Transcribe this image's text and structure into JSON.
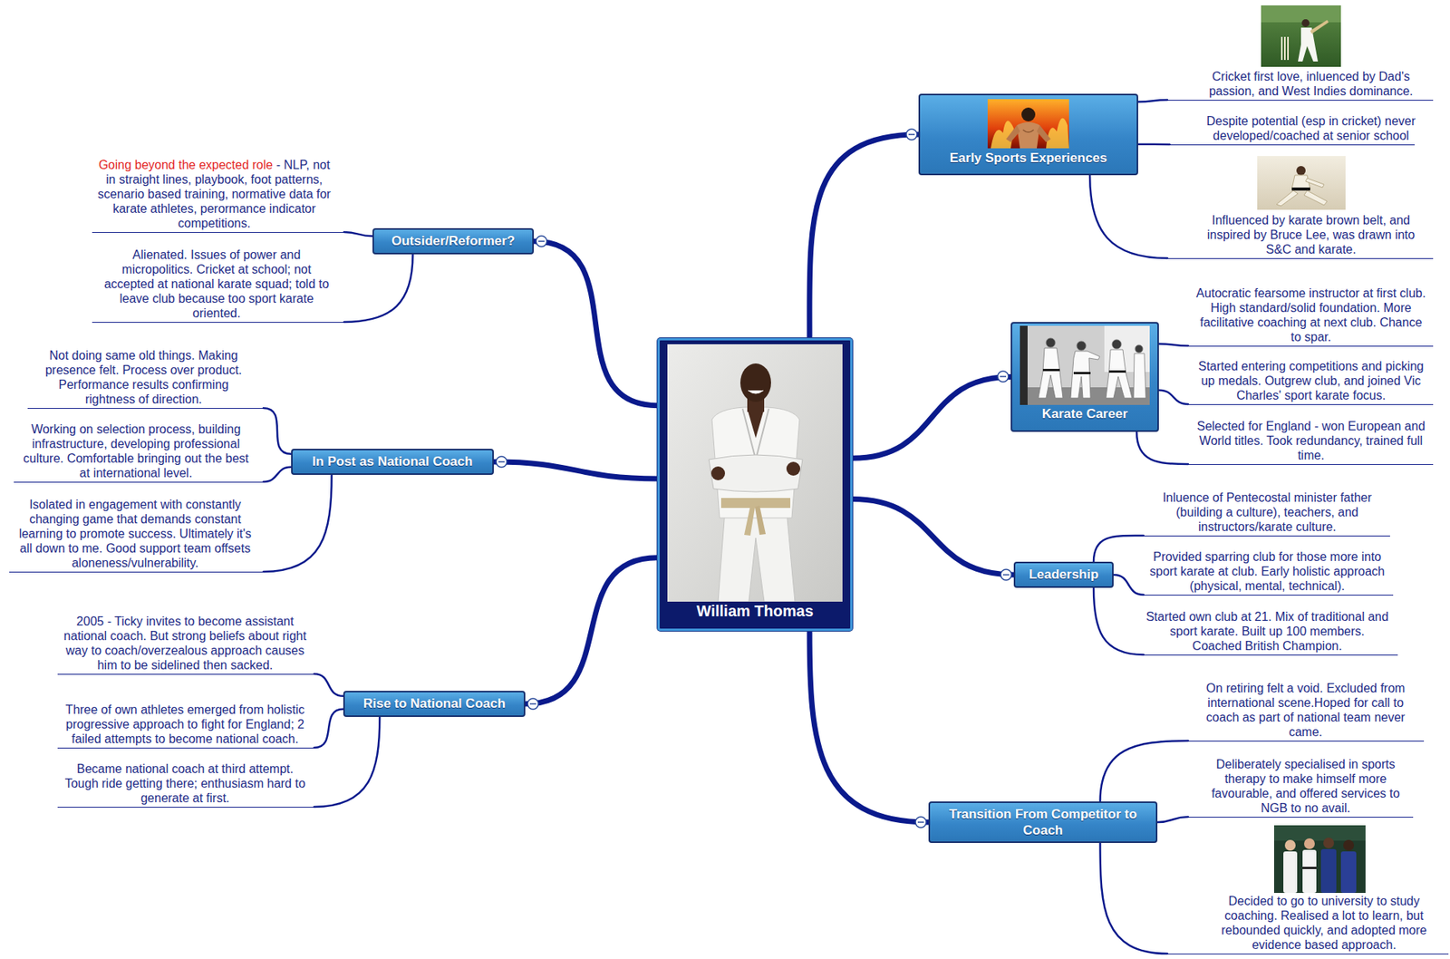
{
  "diagram": {
    "nodes": [
      {
        "text": [
          "William Thomas"
        ]
      },
      {
        "text": [
          "Early Sports Experiences"
        ]
      },
      {
        "text": [
          "Cricket first love, inluenced by Dad's passion, and West Indies dominance."
        ]
      },
      {
        "text": [
          "Despite potential (esp in cricket) never developed/coached at senior school"
        ]
      },
      {
        "text": [
          "Influenced by karate brown belt, and inspired by Bruce Lee, was drawn into S&C and karate."
        ]
      },
      {
        "text": [
          "Karate Career"
        ]
      },
      {
        "text": [
          "Autocratic fearsome instructor at first club. High standard/solid foundation. More facilitative coaching at next club. Chance to spar."
        ]
      },
      {
        "text": [
          "Started entering competitions and picking up medals. Outgrew club, and joined Vic Charles' sport karate focus."
        ]
      },
      {
        "text": [
          "Selected for England - won European and World titles. Took redundancy, trained full time."
        ]
      },
      {
        "text": [
          "Leadership"
        ]
      },
      {
        "text": [
          "Inluence of Pentecostal minister father (building a culture), teachers, and instructors/karate culture."
        ]
      },
      {
        "text": [
          "Provided sparring club for those more into sport karate at club. Early holistic approach (physical, mental, technical)."
        ]
      },
      {
        "text": [
          "Started own club at 21. Mix of traditional and sport karate. Built up 100 members. Coached British Champion."
        ]
      },
      {
        "text": [
          "Transition From Competitor to Coach"
        ]
      },
      {
        "text": [
          "On retiring felt a void. Excluded from international scene.Hoped for call to coach as part of national team never came."
        ]
      },
      {
        "text": [
          "Deliberately specialised in sports therapy to make himself more favourable, and offered services to NGB to no avail."
        ]
      },
      {
        "text": [
          "Decided to go to university to study coaching. Realised a lot to learn, but rebounded quickly, and adopted more evidence based approach."
        ]
      },
      {
        "text": [
          "Outsider/Reformer?"
        ]
      },
      {
        "text": [
          "Going beyond the expected role",
          "- NLP, not in straight lines, playbook, foot patterns, scenario based training, normative data for karate athletes, perormance indicator competitions."
        ]
      },
      {
        "text": [
          "Alienated. Issues of power and micropolitics. Cricket at school; not accepted at national karate squad; told to leave club because too sport karate oriented."
        ]
      },
      {
        "text": [
          "In Post as National Coach"
        ]
      },
      {
        "text": [
          "Not doing same old things. Making presence felt. Process over product. Performance results confirming rightness of direction."
        ]
      },
      {
        "text": [
          "Working on selection process, building infrastructure, developing professional culture. Comfortable bringing out the best at international level."
        ]
      },
      {
        "text": [
          "Isolated in engagement with constantly changing game that demands constant learning to promote success. Ultimately it's all down to me. Good support team offsets aloneness/vulnerability."
        ]
      },
      {
        "text": [
          "Rise to National Coach"
        ]
      },
      {
        "text": [
          "2005 - Ticky invites to become assistant national coach. But strong beliefs about right way to coach/overzealous approach causes him to be sidelined then sacked."
        ]
      },
      {
        "text": [
          "Three of own athletes emerged from holistic progressive approach to fight for England; 2 failed attempts to become national coach."
        ]
      },
      {
        "text": [
          "Became national coach at third attempt. Tough ride getting there; enthusiasm hard to generate at first."
        ]
      }
    ],
    "edges": [
      {
        "from": 0,
        "to": 1,
        "arrow": "none"
      },
      {
        "from": 1,
        "to": 2,
        "arrow": "none"
      },
      {
        "from": 1,
        "to": 3,
        "arrow": "none"
      },
      {
        "from": 1,
        "to": 4,
        "arrow": "none"
      },
      {
        "from": 0,
        "to": 5,
        "arrow": "none"
      },
      {
        "from": 5,
        "to": 6,
        "arrow": "none"
      },
      {
        "from": 5,
        "to": 7,
        "arrow": "none"
      },
      {
        "from": 5,
        "to": 8,
        "arrow": "none"
      },
      {
        "from": 0,
        "to": 9,
        "arrow": "none"
      },
      {
        "from": 9,
        "to": 10,
        "arrow": "none"
      },
      {
        "from": 9,
        "to": 11,
        "arrow": "none"
      },
      {
        "from": 9,
        "to": 12,
        "arrow": "none"
      },
      {
        "from": 0,
        "to": 13,
        "arrow": "none"
      },
      {
        "from": 13,
        "to": 14,
        "arrow": "none"
      },
      {
        "from": 13,
        "to": 15,
        "arrow": "none"
      },
      {
        "from": 13,
        "to": 16,
        "arrow": "none"
      },
      {
        "from": 0,
        "to": 17,
        "arrow": "none"
      },
      {
        "from": 17,
        "to": 18,
        "arrow": "none"
      },
      {
        "from": 17,
        "to": 19,
        "arrow": "none"
      },
      {
        "from": 0,
        "to": 20,
        "arrow": "none"
      },
      {
        "from": 20,
        "to": 21,
        "arrow": "none"
      },
      {
        "from": 20,
        "to": 22,
        "arrow": "none"
      },
      {
        "from": 20,
        "to": 23,
        "arrow": "none"
      },
      {
        "from": 0,
        "to": 24,
        "arrow": "none"
      },
      {
        "from": 24,
        "to": 25,
        "arrow": "none"
      },
      {
        "from": 24,
        "to": 26,
        "arrow": "none"
      },
      {
        "from": 24,
        "to": 27,
        "arrow": "none"
      }
    ]
  }
}
